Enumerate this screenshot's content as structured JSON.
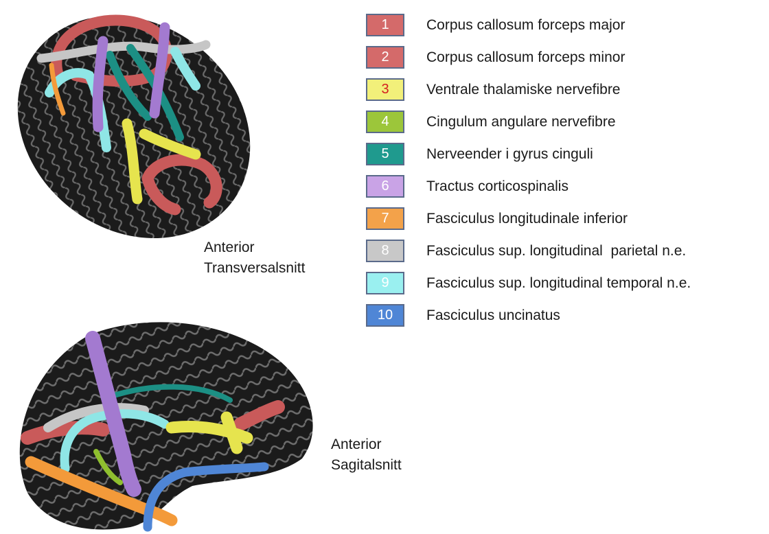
{
  "legend": [
    {
      "num": "1",
      "label": "Corpus callosum forceps major",
      "color": "#d46a6a",
      "num_color": "#ffffff"
    },
    {
      "num": "2",
      "label": "Corpus callosum forceps minor",
      "color": "#d46a6a",
      "num_color": "#ffffff"
    },
    {
      "num": "3",
      "label": "Ventrale thalamiske nervefibre",
      "color": "#f2f07a",
      "num_color": "#d42020"
    },
    {
      "num": "4",
      "label": "Cingulum angulare nervefibre",
      "color": "#9cc63a",
      "num_color": "#ffffff"
    },
    {
      "num": "5",
      "label": "Nerveender i gyrus cinguli",
      "color": "#1f9a8e",
      "num_color": "#ffffff"
    },
    {
      "num": "6",
      "label": "Tractus corticospinalis",
      "color": "#c9a3e6",
      "num_color": "#ffffff"
    },
    {
      "num": "7",
      "label": "Fasciculus longitudinale inferior",
      "color": "#f3a24a",
      "num_color": "#ffffff"
    },
    {
      "num": "8",
      "label": "Fasciculus sup. longitudinal  parietal n.e.",
      "color": "#c8c8c8",
      "num_color": "#ffffff"
    },
    {
      "num": "9",
      "label": "Fasciculus sup. longitudinal temporal n.e.",
      "color": "#9af0f0",
      "num_color": "#ffffff"
    },
    {
      "num": "10",
      "label": "Fasciculus uncinatus",
      "color": "#4f86d6",
      "num_color": "#ffffff"
    }
  ],
  "captions": {
    "top": {
      "line1": "Anterior",
      "line2": "Transversalsnitt"
    },
    "bottom": {
      "line1": "Anterior",
      "line2": "Sagitalsnitt"
    }
  }
}
